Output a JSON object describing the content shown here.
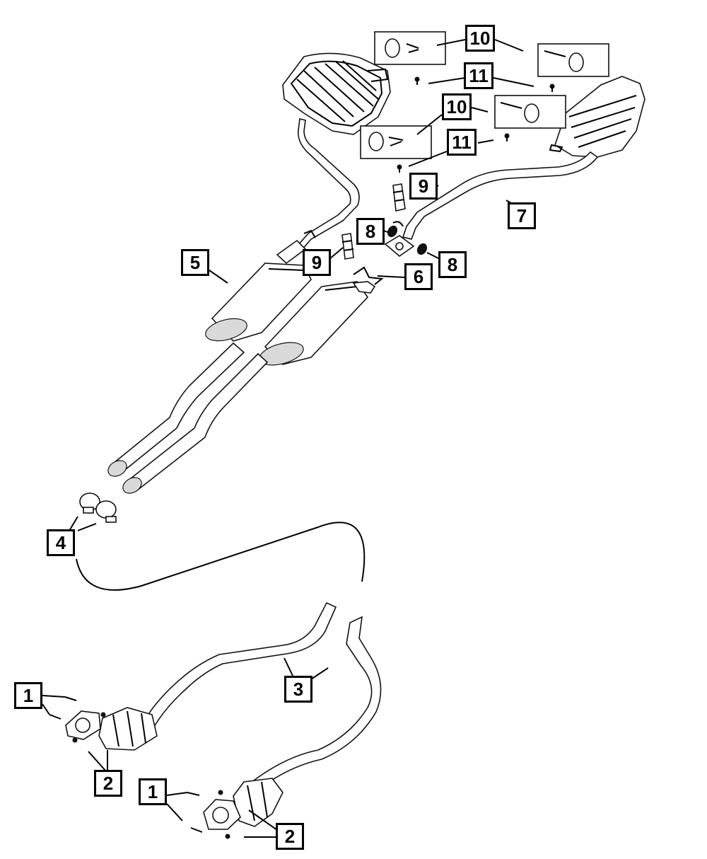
{
  "callouts": [
    {
      "id": "c1a",
      "text": "1"
    },
    {
      "id": "c1b",
      "text": "1"
    },
    {
      "id": "c2a",
      "text": "2"
    },
    {
      "id": "c2b",
      "text": "2"
    },
    {
      "id": "c3",
      "text": "3"
    },
    {
      "id": "c4",
      "text": "4"
    },
    {
      "id": "c5",
      "text": "5"
    },
    {
      "id": "c6",
      "text": "6"
    },
    {
      "id": "c7",
      "text": "7"
    },
    {
      "id": "c8a",
      "text": "8"
    },
    {
      "id": "c8b",
      "text": "8"
    },
    {
      "id": "c9a",
      "text": "9"
    },
    {
      "id": "c9b",
      "text": "9"
    },
    {
      "id": "c10a",
      "text": "10"
    },
    {
      "id": "c10b",
      "text": "10"
    },
    {
      "id": "c11a",
      "text": "11"
    },
    {
      "id": "c11b",
      "text": "11"
    }
  ]
}
